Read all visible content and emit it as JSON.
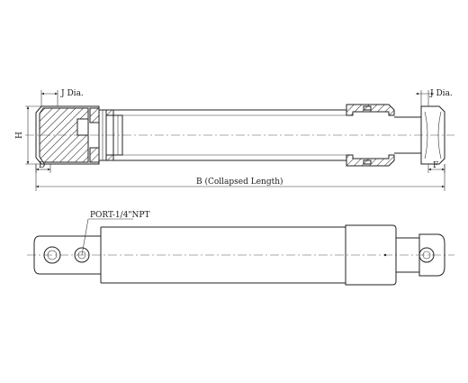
{
  "labels": {
    "j_dia_left": "J Dia.",
    "j_dia_right": "J Dia.",
    "h": "H",
    "d": "D",
    "f": "F",
    "collapsed_length": "B (Collapsed Length)",
    "port": "PORT-1/4\"NPT"
  },
  "colors": {
    "line": "#222222",
    "background": "#ffffff"
  }
}
